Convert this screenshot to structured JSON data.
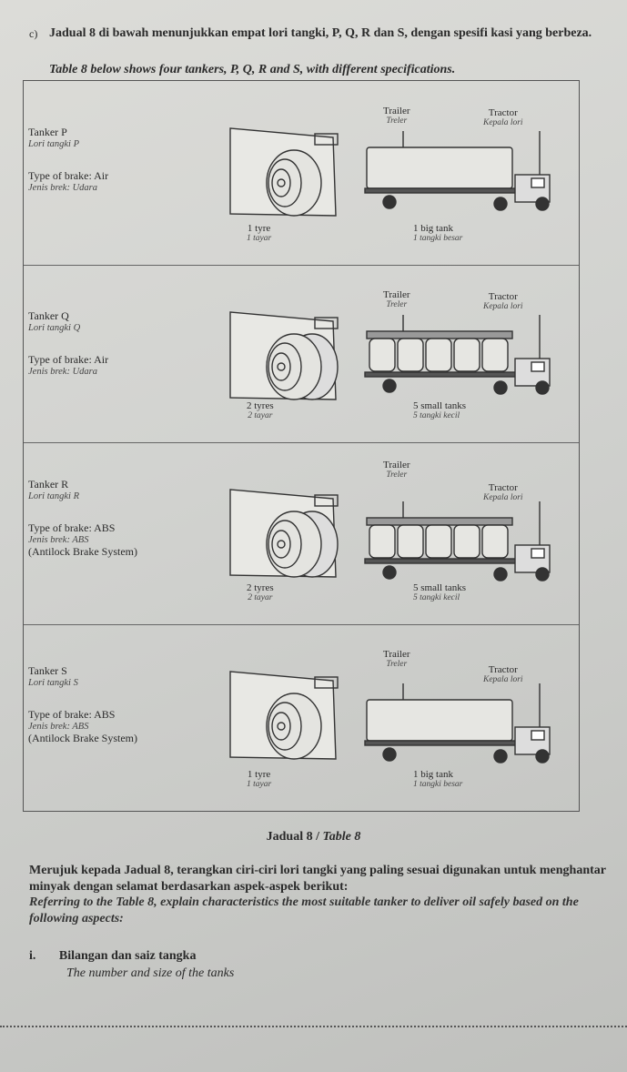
{
  "intro": {
    "label": "c)",
    "malay": "Jadual 8 di bawah menunjukkan empat lori tangki, P, Q, R dan S, dengan spesifi kasi yang berbeza.",
    "english": "Table 8 below shows four tankers, P, Q, R and S, with different specifications."
  },
  "table": {
    "rows": [
      {
        "name_en": "Tanker P",
        "name_ms": "Lori tangki P",
        "brake_en": "Type of brake: Air",
        "brake_ms": "Jenis brek: Udara",
        "brake_note": "",
        "tyre_en": "1 tyre",
        "tyre_ms": "1 tayar",
        "tank_en": "1 big tank",
        "tank_ms": "1 tangki besar",
        "tyres": 1,
        "tanks": 1,
        "trailer_en": "Trailer",
        "trailer_ms": "Treler",
        "tractor_en": "Tractor",
        "tractor_ms": "Kepala lori"
      },
      {
        "name_en": "Tanker Q",
        "name_ms": "Lori tangki Q",
        "brake_en": "Type of brake: Air",
        "brake_ms": "Jenis brek: Udara",
        "brake_note": "",
        "tyre_en": "2 tyres",
        "tyre_ms": "2 tayar",
        "tank_en": "5 small tanks",
        "tank_ms": "5 tangki kecil",
        "tyres": 2,
        "tanks": 5,
        "trailer_en": "Trailer",
        "trailer_ms": "Treler",
        "tractor_en": "Tractor",
        "tractor_ms": "Kepala lori"
      },
      {
        "name_en": "Tanker R",
        "name_ms": "Lori tangki R",
        "brake_en": "Type of brake: ABS",
        "brake_ms": "Jenis brek: ABS",
        "brake_note": "(Antilock Brake System)",
        "tyre_en": "2 tyres",
        "tyre_ms": "2 tayar",
        "tank_en": "5 small tanks",
        "tank_ms": "5 tangki kecil",
        "tyres": 2,
        "tanks": 5,
        "trailer_en": "Trailer",
        "trailer_ms": "Treler",
        "tractor_en": "Tractor",
        "tractor_ms": "Kepala lori"
      },
      {
        "name_en": "Tanker S",
        "name_ms": "Lori tangki S",
        "brake_en": "Type of brake: ABS",
        "brake_ms": "Jenis brek: ABS",
        "brake_note": "(Antilock Brake System)",
        "tyre_en": "1 tyre",
        "tyre_ms": "1 tayar",
        "tank_en": "1 big tank",
        "tank_ms": "1 tangki besar",
        "tyres": 1,
        "tanks": 1,
        "trailer_en": "Trailer",
        "trailer_ms": "Treler",
        "tractor_en": "Tractor",
        "tractor_ms": "Kepala lori"
      }
    ]
  },
  "caption": {
    "malay": "Jadual 8",
    "sep": " / ",
    "english": "Table 8"
  },
  "question": {
    "malay": "Merujuk kepada Jadual 8, terangkan ciri-ciri lori tangki yang paling sesuai digunakan untuk menghantar minyak dengan selamat berdasarkan aspek-aspek berikut:",
    "english": "Referring to the Table 8, explain characteristics the most suitable tanker to deliver oil safely based on the following aspects:",
    "items": [
      {
        "number": "i.",
        "malay": "Bilangan dan saiz tangka",
        "english": "The number and size of the tanks"
      }
    ]
  }
}
